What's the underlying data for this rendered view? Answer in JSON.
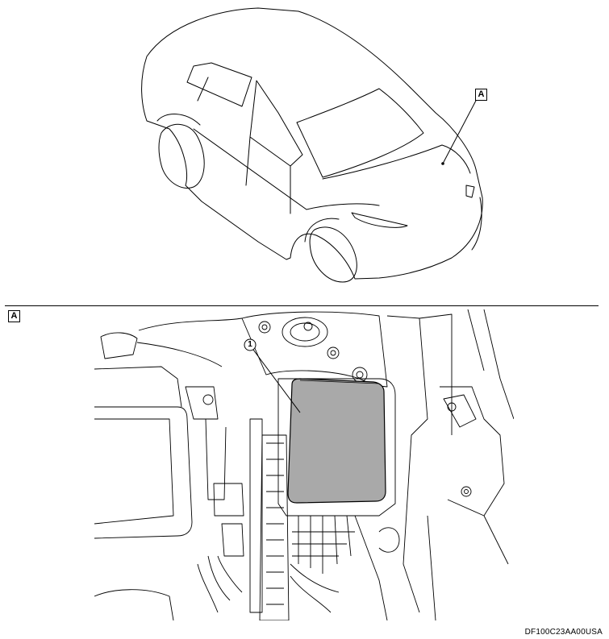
{
  "figure": {
    "vehicle_callout_label": "A",
    "section_label": "A",
    "part_callout_number": "1",
    "figure_code": "DF100C23AA00USA"
  },
  "colors": {
    "line": "#000000",
    "fuse_box_fill": "#a9a9a9",
    "background": "#ffffff"
  }
}
